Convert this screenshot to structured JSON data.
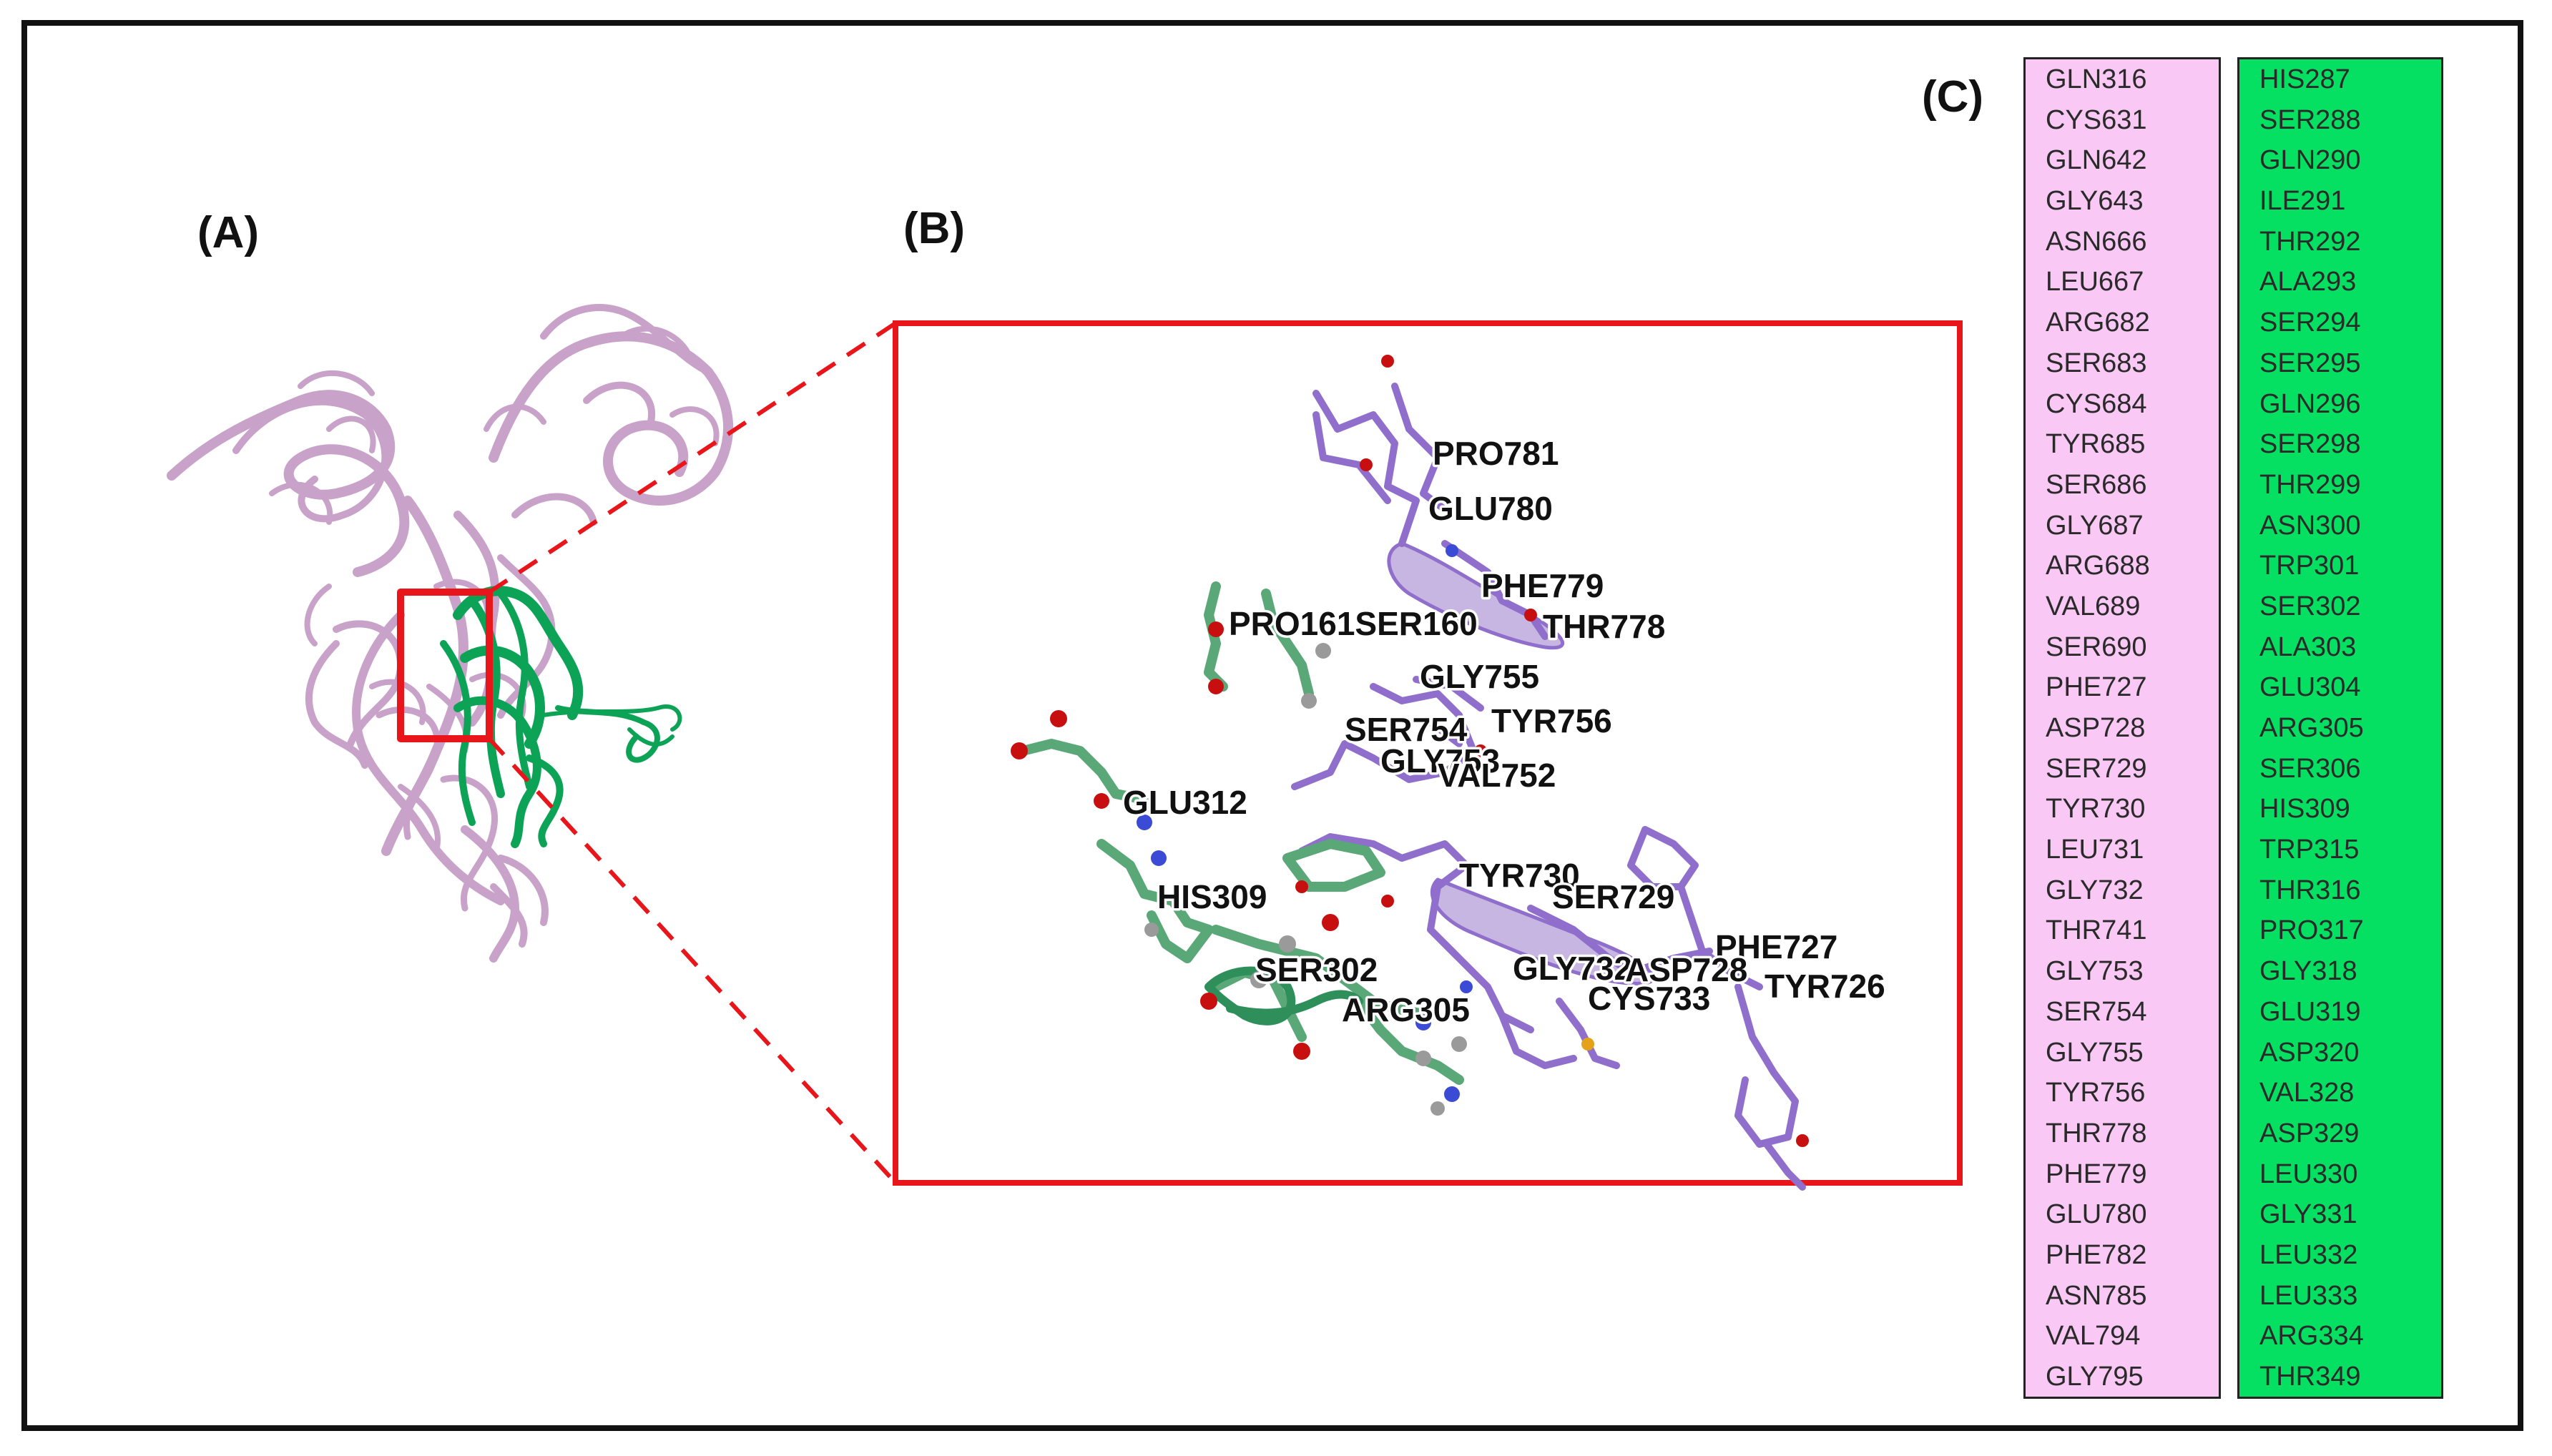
{
  "panels": {
    "a_label": "(A)",
    "b_label": "(B)",
    "c_label": "(C)"
  },
  "colors": {
    "pink_protein": "#c8a2c8",
    "green_protein": "#0da356",
    "zoom_box": "#e8161b",
    "purple_residue": "#8f6fcb",
    "green_residue": "#5aa877",
    "oxygen": "#c80f0f",
    "nitrogen": "#3c4bd6",
    "hydrogen": "#9a9a9a",
    "pink_list_bg": "#fac8f5",
    "green_list_bg": "#05e062"
  },
  "residue_labels": {
    "pro781": "PRO781",
    "glu780": "GLU780",
    "phe779": "PHE779",
    "thr778": "THR778",
    "pro161_ser160": "PRO161SER160",
    "gly755": "GLY755",
    "ser754": "SER754",
    "tyr756": "TYR756",
    "gly753": "GLY753",
    "val752": "VAL752",
    "glu312": "GLU312",
    "his309": "HIS309",
    "tyr730": "TYR730",
    "ser729": "SER729",
    "phe727": "PHE727",
    "gly732": "GLY732",
    "asp728": "ASP728",
    "tyr726": "TYR726",
    "cys733": "CYS733",
    "ser302": "SER302",
    "arg305": "ARG305"
  },
  "pink_residues": [
    "GLN316",
    "CYS631",
    "GLN642",
    "GLY643",
    "ASN666",
    "LEU667",
    "ARG682",
    "SER683",
    "CYS684",
    "TYR685",
    "SER686",
    "GLY687",
    "ARG688",
    "VAL689",
    "SER690",
    "PHE727",
    "ASP728",
    "SER729",
    "TYR730",
    "LEU731",
    "GLY732",
    "THR741",
    "GLY753",
    "SER754",
    "GLY755",
    "TYR756",
    "THR778",
    "PHE779",
    "GLU780",
    "PHE782",
    "ASN785",
    "VAL794",
    "GLY795"
  ],
  "green_residues": [
    "HIS287",
    "SER288",
    "GLN290",
    "ILE291",
    "THR292",
    "ALA293",
    "SER294",
    "SER295",
    "GLN296",
    "SER298",
    "THR299",
    "ASN300",
    "TRP301",
    "SER302",
    "ALA303",
    "GLU304",
    "ARG305",
    "SER306",
    "HIS309",
    "TRP315",
    "THR316",
    "PRO317",
    "GLY318",
    "GLU319",
    "ASP320",
    "VAL328",
    "ASP329",
    "LEU330",
    "GLY331",
    "LEU332",
    "LEU333",
    "ARG334",
    "THR349"
  ]
}
